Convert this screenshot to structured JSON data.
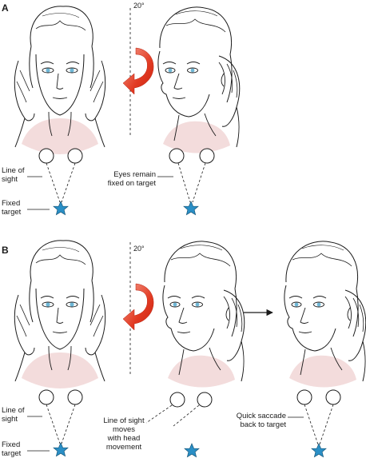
{
  "panels": {
    "a": {
      "letter": "A",
      "angle": "20°",
      "labels": {
        "line_of_sight": "Line of\nsight",
        "fixed_target": "Fixed\ntarget",
        "eyes_remain": "Eyes remain\nfixed on target"
      }
    },
    "b": {
      "letter": "B",
      "angle": "20°",
      "labels": {
        "line_of_sight": "Line of\nsight",
        "fixed_target": "Fixed\ntarget",
        "moves_with_head": "Line of sight\nmoves\nwith head\nmovement",
        "quick_saccade": "Quick saccade\nback to target"
      }
    }
  },
  "colors": {
    "star": "#2a8fc6",
    "star_stroke": "#17587c",
    "rotation_arrow": "#e23a22",
    "skin_shadow": "#f3dcdc",
    "iris": "#6fb7d6",
    "line": "#1a1a1a"
  },
  "icons": {
    "target": "star-icon",
    "rotation": "curved-arrow-icon",
    "transition": "right-arrow-icon"
  }
}
